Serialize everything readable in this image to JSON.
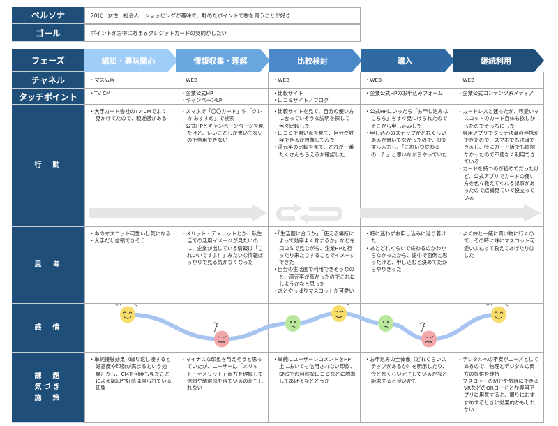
{
  "persona": {
    "label": "ペルソナ",
    "value": "20代　女性　社会人　ショッピングが趣味で、貯めたポイントで物を買うことが好き"
  },
  "goal": {
    "label": "ゴール",
    "value": "ポイントがお得に貯まるクレジットカードの契約がしたい"
  },
  "row_labels": {
    "phase": "フェーズ",
    "channel": "チャネル",
    "touchpoint": "タッチポイント",
    "action": "行　動",
    "thought": "思　考",
    "emotion": "感　情",
    "issues": [
      "課　題",
      "気づき",
      "施　策"
    ]
  },
  "phase_colors": [
    "#9fcdf7",
    "#6aa7e0",
    "#4a88c8",
    "#2f6aa3",
    "#1f4e79"
  ],
  "phases": [
    {
      "name": "認知・興味関心",
      "channel": [
        "マス広告"
      ],
      "touchpoint": [
        "TV CM"
      ],
      "action": [
        "大手カード会社のTV CMでよく見かけてたので、親近感がある"
      ],
      "thought": [
        "あのマスコット可愛いし気になる",
        "大手だし信頼できそう"
      ],
      "issues": [
        "単純接触効果（繰り返し接すると好意度や印象が高まるという効果）から、CMを何度も見たことによる認知や好感は得られている印象"
      ]
    },
    {
      "name": "情報収集・理解",
      "channel": [
        "WEB"
      ],
      "touchpoint": [
        "企業公式HP",
        "キャンペーンLP"
      ],
      "action": [
        "スマホで「〇〇カード」や「クレカ おすすめ」で検索",
        "公式HPとキャンペーンページを見たけど、いいことしか書いてないので信用できない"
      ],
      "thought": [
        "メリット・デメリットとか、私生活での活用イメージが見たいのに、企業が出している情報は「これいいですよ！」みたいな情報ばっかりで見る気がなくなった"
      ],
      "issues": [
        "マイナスな印象を与えそうと思っていたが、ユーザーは「メリット・デメリット」両方を理解して信頼や納得感を得ているのかもしれない"
      ]
    },
    {
      "name": "比較検討",
      "channel": [
        "WEB"
      ],
      "touchpoint": [
        "比較サイト",
        "口コミサイト／ブログ"
      ],
      "action": [
        "比較サイトを見て、自分の使い方に合っていそうな説明を探して色々比較した",
        "口コミで悪い点を見て、自分が許容できるか想像してみた",
        "還元率の比較を見て、どれが一番たくさんもらえるか確認した"
      ],
      "thought": [
        "「生活圏に合うか」「使える場所によって効率よく貯まるか」などを口コミで見ながら、企業HPと行ったり来たりすることでイメージできた",
        "自分の生活圏で利用できそうなのと、還元率が高かったのでこれにしようかなと思った",
        "あとやっぱりマスコットが可愛い"
      ],
      "issues": [
        "単純にユーザーレコメンドをHP上においても信用されない印象、SNSでの自然な口コミなどに誘導してあげるなどどうか"
      ]
    },
    {
      "name": "購入",
      "channel": [
        "WEB"
      ],
      "touchpoint": [
        "企業公式HPのお申込みフォーム"
      ],
      "action": [
        "公式HPにいったら「お申し込みはこちら」をすぐ見つけられたのでそこから申し込みした",
        "申し込みのステップがどれくらいあるか書いてなかったので、ひたすら入力し、「これいつ終わるの…？」と思いながらやっていた"
      ],
      "thought": [
        "特に迷わずお申し込みに辿り着けた",
        "あとどれくらいで終わるのかわからなかったから、途中で面倒と思ったけど、申し込むと決めてたからやりきった"
      ],
      "issues": [
        "お申込みの全体像（どれくらいステップがあるか）を明示したり、今どれくらい完了しているかなど訴求すると良いかも"
      ]
    },
    {
      "name": "継続利用",
      "channel": [
        "WEB"
      ],
      "touchpoint": [
        "企業公式コンテンツ系メディア"
      ],
      "action": [
        "カードレスと迷ったが、可愛いマスコットのカード自体も欲しかったのでそっちにした",
        "専用アプリでタッチ決済の連携ができたので、スマホでも決済できるし、特にカード版でも問題なかったので不便なく利用できている",
        "カードを持つのが初めてだったけど、公式アプリでカードの使い方を色々教えてくれる記事があったので結構見ていて役立っている"
      ],
      "thought": [
        "よく妹と一緒に買い物に行くので、その時に妹にマスコット可愛いよねって教えてあげたりはした"
      ],
      "issues": [
        "デジタルへの不安がニーズとしてあるので、物理とデジタルの両方の提供を維持",
        "マスコットの紹介を気軽にできるVRなどのQRコードとか専用アプリに用意すると、周りにおすすめするときに効果的かもしれない"
      ]
    }
  ],
  "emotion": {
    "faces": [
      {
        "mood": "happy",
        "note": "OK"
      },
      {
        "mood": "angry"
      },
      {
        "mood": "sad"
      },
      {
        "mood": "happy",
        "note": "OK"
      },
      {
        "mood": "sad"
      },
      {
        "mood": "angry"
      },
      {
        "mood": "happy",
        "note": "OK"
      }
    ],
    "levels": [
      0.85,
      0.15,
      0.6,
      0.88,
      0.6,
      0.15,
      0.85
    ],
    "colors": {
      "happy": "#f8dc6a",
      "sad": "#b8e69a",
      "angry": "#f2a8a8",
      "line": "#a8c4f0"
    }
  }
}
